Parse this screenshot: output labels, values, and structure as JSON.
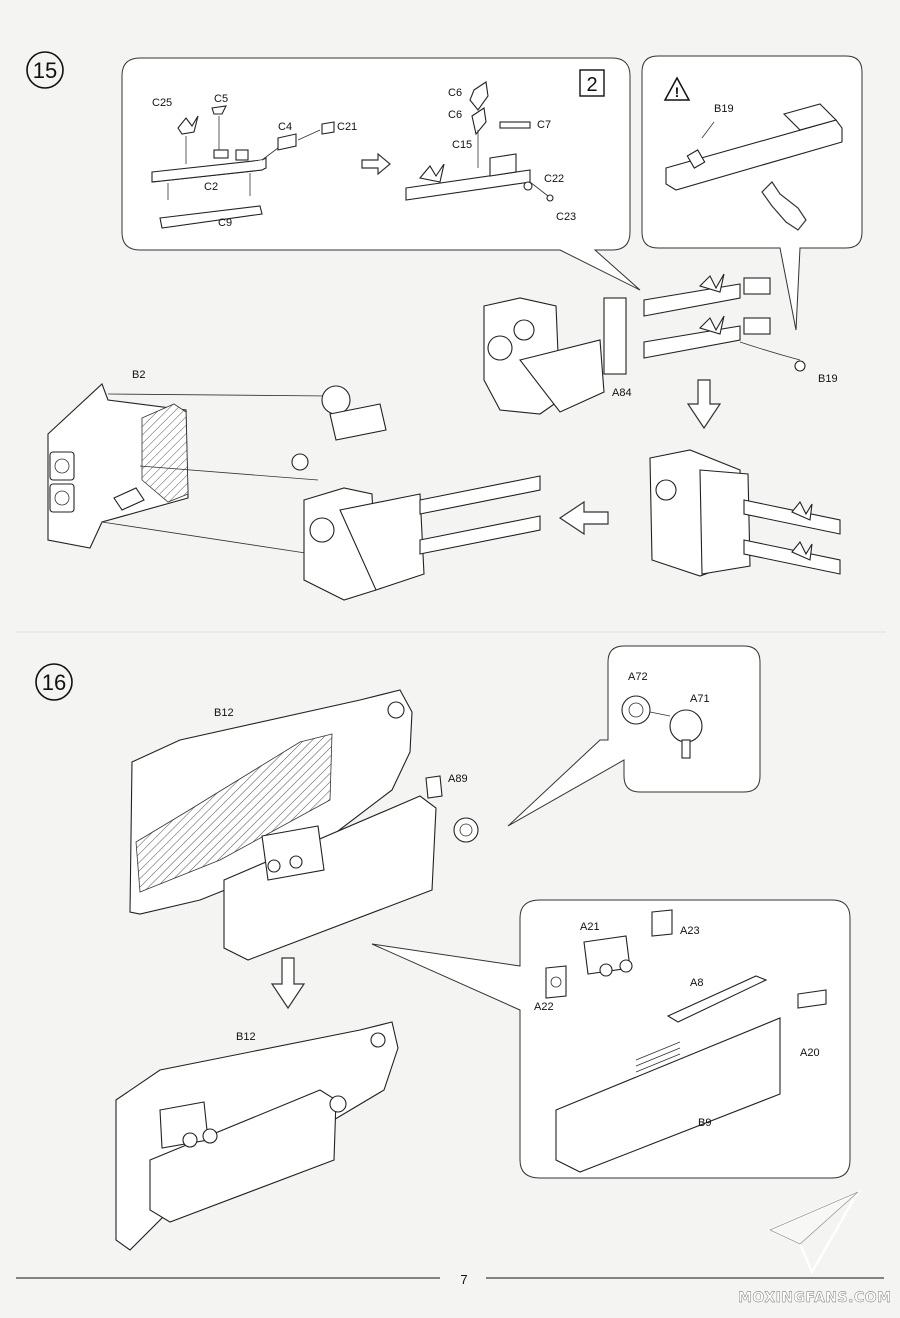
{
  "page": {
    "number": "7",
    "watermark": "MOXINGFANS.COM"
  },
  "step15": {
    "number": "15",
    "detail": {
      "c25": "C25",
      "c5": "C5",
      "c4": "C4",
      "c21": "C21",
      "c2": "C2",
      "c9": "C9",
      "c6a": "C6",
      "c6b": "C6",
      "c7": "C7",
      "c15": "C15",
      "c22": "C22",
      "c23": "C23",
      "badge": "2"
    },
    "warning": {
      "b19": "B19"
    },
    "main": {
      "a84": "A84",
      "b19": "B19",
      "b2": "B2"
    }
  },
  "step16": {
    "number": "16",
    "upper": {
      "b12": "B12",
      "a89": "A89"
    },
    "lamp": {
      "a72": "A72",
      "a71": "A71"
    },
    "lower": {
      "b12": "B12"
    },
    "detail": {
      "a21": "A21",
      "a23": "A23",
      "a22": "A22",
      "a8": "A8",
      "a20": "A20",
      "b9": "B9"
    }
  }
}
